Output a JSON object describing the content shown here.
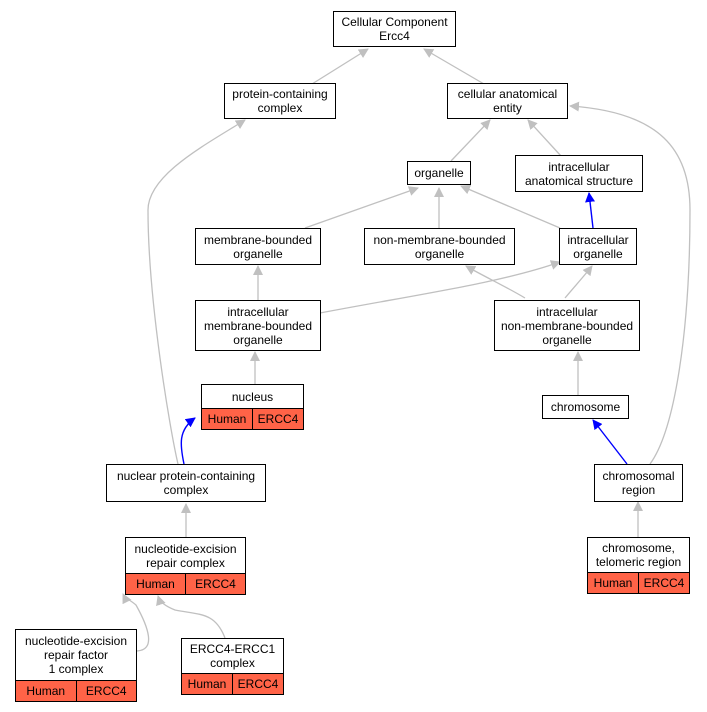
{
  "nodes": {
    "root": {
      "label": "Cellular Component\nErcc4"
    },
    "protein_containing_complex": {
      "label": "protein-containing\ncomplex"
    },
    "cellular_anatomical_entity": {
      "label": "cellular anatomical\nentity"
    },
    "organelle": {
      "label": "organelle"
    },
    "intracellular_anatomical_structure": {
      "label": "intracellular\nanatomical structure"
    },
    "membrane_bounded_organelle": {
      "label": "membrane-bounded\norganelle"
    },
    "non_membrane_bounded_organelle": {
      "label": "non-membrane-bounded\norganelle"
    },
    "intracellular_organelle": {
      "label": "intracellular\norganelle"
    },
    "intracellular_membrane_bounded_organelle": {
      "label": "intracellular\nmembrane-bounded\norganelle"
    },
    "intracellular_non_membrane_bounded_organelle": {
      "label": "intracellular\nnon-membrane-bounded\norganelle"
    },
    "nucleus": {
      "label": "nucleus",
      "species": "Human",
      "gene": "ERCC4"
    },
    "chromosome": {
      "label": "chromosome"
    },
    "nuclear_protein_containing_complex": {
      "label": "nuclear protein-containing\ncomplex"
    },
    "chromosomal_region": {
      "label": "chromosomal\nregion"
    },
    "nucleotide_excision_repair_complex": {
      "label": "nucleotide-excision\nrepair complex",
      "species": "Human",
      "gene": "ERCC4"
    },
    "chromosome_telomeric_region": {
      "label": "chromosome,\ntelomeric region",
      "species": "Human",
      "gene": "ERCC4"
    },
    "nucleotide_excision_repair_factor_1_complex": {
      "label": "nucleotide-excision\nrepair factor\n1 complex",
      "species": "Human",
      "gene": "ERCC4"
    },
    "ercc4_ercc1_complex": {
      "label": "ERCC4-ERCC1\ncomplex",
      "species": "Human",
      "gene": "ERCC4"
    }
  },
  "colors": {
    "edge_default": "#c0c0c0",
    "edge_highlight": "#0000ff",
    "ortholog_fill": "#ff6347"
  }
}
